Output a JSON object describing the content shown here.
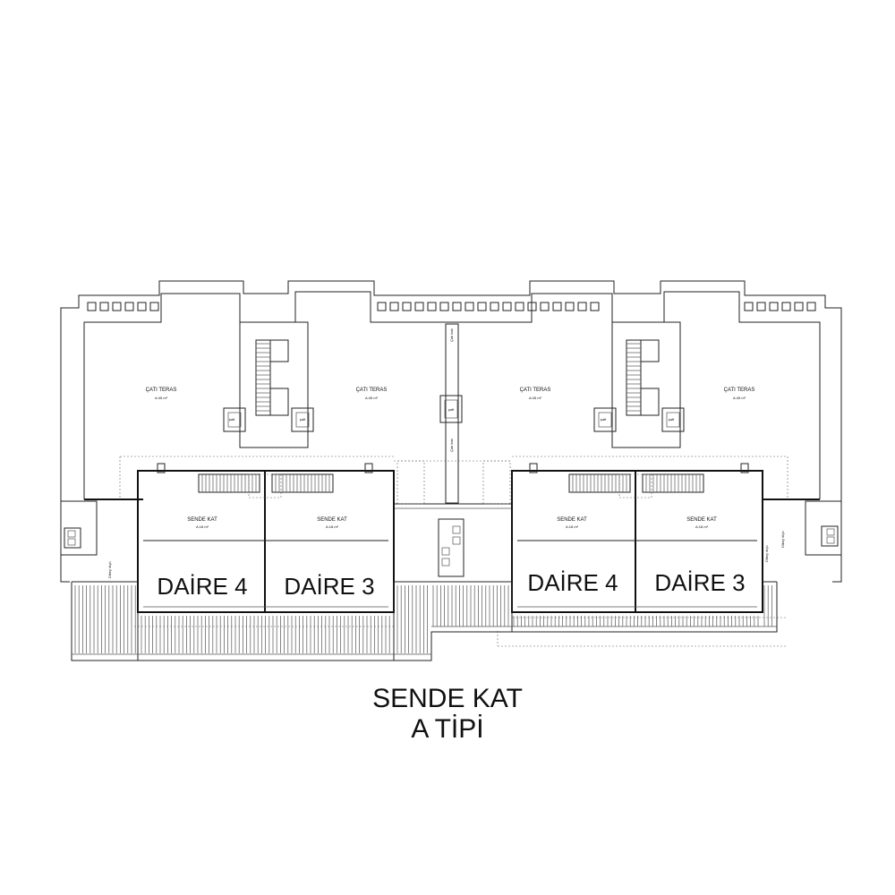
{
  "roof_terraces": [
    {
      "label": "ÇATI TERAS",
      "area": "A:45 m²"
    },
    {
      "label": "ÇATI TERAS",
      "area": "A:45 m²"
    },
    {
      "label": "ÇATI TERAS",
      "area": "A:45 m²"
    },
    {
      "label": "ÇATI TERAS",
      "area": "A:45 m²"
    }
  ],
  "sende_rooms": [
    {
      "label": "SENDE KAT",
      "area": "A:18 m²"
    },
    {
      "label": "SENDE KAT",
      "area": "A:18 m²"
    },
    {
      "label": "SENDE KAT",
      "area": "A:18 m²"
    },
    {
      "label": "SENDE KAT",
      "area": "A:18 m²"
    }
  ],
  "units": [
    "DAİRE 4",
    "DAİRE 3",
    "DAİRE 4",
    "DAİRE 3"
  ],
  "shaft_label": "şaft",
  "title": {
    "line1": "SENDE KAT",
    "line2": "A TİPİ"
  }
}
